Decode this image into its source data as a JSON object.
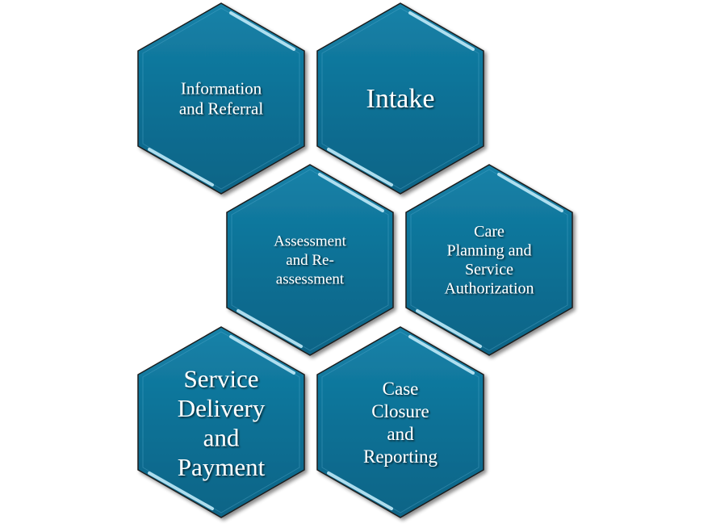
{
  "hexagons": [
    {
      "id": "information-and-referral",
      "lines": [
        "Information",
        "and Referral"
      ]
    },
    {
      "id": "intake",
      "lines": [
        "Intake"
      ]
    },
    {
      "id": "assessment-and-reassessment",
      "lines": [
        "Assessment",
        "and Re-",
        "assessment"
      ]
    },
    {
      "id": "care-planning-and-service-authorization",
      "lines": [
        "Care",
        "Planning and",
        "Service",
        "Authorization"
      ]
    },
    {
      "id": "service-delivery-and-payment",
      "lines": [
        "Service",
        "Delivery",
        "and",
        "Payment"
      ]
    },
    {
      "id": "case-closure-and-reporting",
      "lines": [
        "Case",
        "Closure",
        "and",
        "Reporting"
      ]
    }
  ],
  "colors": {
    "fill": "#0e7196",
    "fill_dark": "#0a5a7a",
    "stroke": "#1c1c1c",
    "highlight": "#bfe9f7",
    "text": "#ffffff"
  }
}
